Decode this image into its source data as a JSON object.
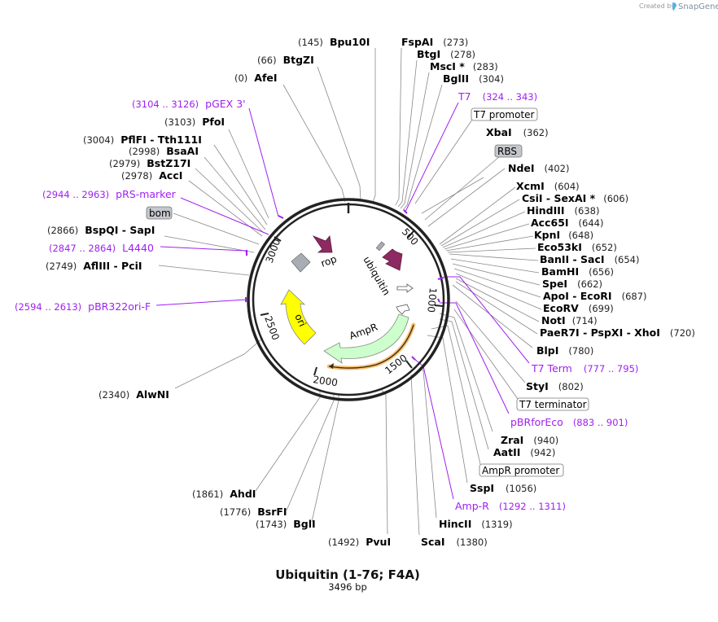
{
  "credit": {
    "prefix": "Created by",
    "brand": "SnapGene"
  },
  "map": {
    "title": "Ubiquitin (1-76; F4A)",
    "length": "3496 bp",
    "ticks": [
      "500",
      "1000",
      "1500",
      "2000",
      "2500",
      "3000"
    ]
  },
  "features": {
    "rop": "rop",
    "ubiquitin": "ubiquitin",
    "ori": "ori",
    "ampr": "AmpR"
  },
  "colors": {
    "primer": "#a020f0",
    "cds": "#8e2a62",
    "ori": "#ffff00",
    "ampr": "#ccffcc",
    "ampr_bar": "#f5b860",
    "misc": "#a8adb4"
  },
  "labels_left": [
    {
      "pos": "(145)",
      "name": "Bpu10I"
    },
    {
      "pos": "(66)",
      "name": "BtgZI"
    },
    {
      "pos": "(0)",
      "name": "AfeI"
    },
    {
      "pos": "(3104 .. 3126)",
      "name": "pGEX 3'",
      "primer": true
    },
    {
      "pos": "(3103)",
      "name": "PfoI"
    },
    {
      "pos": "(3004)",
      "name": "PflFI  - Tth111I"
    },
    {
      "pos": "(2998)",
      "name": "BsaAI"
    },
    {
      "pos": "(2979)",
      "name": "BstZ17I"
    },
    {
      "pos": "(2978)",
      "name": "AccI"
    },
    {
      "pos": "(2944 .. 2963)",
      "name": "pRS-marker",
      "primer": true
    },
    {
      "box": "bom"
    },
    {
      "pos": "(2866)",
      "name": "BspQI  - SapI"
    },
    {
      "pos": "(2847 .. 2864)",
      "name": "L4440",
      "primer": true
    },
    {
      "pos": "(2749)",
      "name": "AflIII  - PciI"
    },
    {
      "pos": "(2594 .. 2613)",
      "name": "pBR322ori-F",
      "primer": true
    },
    {
      "pos": "(2340)",
      "name": "AlwNI"
    },
    {
      "pos": "(1861)",
      "name": "AhdI"
    },
    {
      "pos": "(1776)",
      "name": "BsrFI"
    },
    {
      "pos": "(1743)",
      "name": "BglI"
    },
    {
      "pos": "(1492)",
      "name": "PvuI"
    }
  ],
  "labels_right": [
    {
      "name": "FspAI",
      "pos": "(273)"
    },
    {
      "name": "BtgI",
      "pos": "(278)"
    },
    {
      "name": "MscI *",
      "pos": "(283)"
    },
    {
      "name": "BglII",
      "pos": "(304)"
    },
    {
      "name": "T7",
      "pos": "(324 .. 343)",
      "primer": true
    },
    {
      "box": "T7 promoter"
    },
    {
      "name": "XbaI",
      "pos": "(362)"
    },
    {
      "box": "RBS"
    },
    {
      "name": "NdeI",
      "pos": "(402)"
    },
    {
      "name": "XcmI",
      "pos": "(604)"
    },
    {
      "name": "CsiI  - SexAI *",
      "pos": "(606)"
    },
    {
      "name": "HindIII",
      "pos": "(638)"
    },
    {
      "name": "Acc65I",
      "pos": "(644)"
    },
    {
      "name": "KpnI",
      "pos": "(648)"
    },
    {
      "name": "Eco53kI",
      "pos": "(652)"
    },
    {
      "name": "BanII  - SacI",
      "pos": "(654)"
    },
    {
      "name": "BamHI",
      "pos": "(656)"
    },
    {
      "name": "SpeI",
      "pos": "(662)"
    },
    {
      "name": "ApoI  - EcoRI",
      "pos": "(687)"
    },
    {
      "name": "EcoRV",
      "pos": "(699)"
    },
    {
      "name": "NotI",
      "pos": "(714)"
    },
    {
      "name": "PaeR7I  - PspXI  - XhoI",
      "pos": "(720)"
    },
    {
      "name": "BlpI",
      "pos": "(780)"
    },
    {
      "name": "T7 Term",
      "pos": "(777 .. 795)",
      "primer": true
    },
    {
      "name": "StyI",
      "pos": "(802)"
    },
    {
      "box": "T7 terminator"
    },
    {
      "name": "pBRforEco",
      "pos": "(883 .. 901)",
      "primer": true
    },
    {
      "name": "ZraI",
      "pos": "(940)"
    },
    {
      "name": "AatII",
      "pos": "(942)"
    },
    {
      "box": "AmpR promoter"
    },
    {
      "name": "SspI",
      "pos": "(1056)"
    },
    {
      "name": "Amp-R",
      "pos": "(1292 .. 1311)",
      "primer": true
    },
    {
      "name": "HincII",
      "pos": "(1319)"
    },
    {
      "name": "ScaI",
      "pos": "(1380)"
    }
  ]
}
